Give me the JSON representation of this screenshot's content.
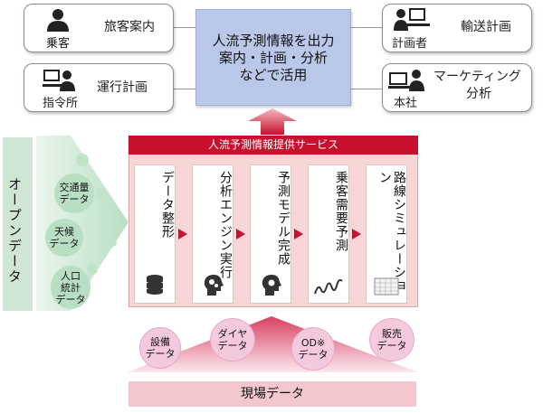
{
  "users": {
    "passenger": {
      "title": "旅客案内",
      "caption": "乗客"
    },
    "dispatch": {
      "title": "運行計画",
      "caption": "指令所"
    },
    "planner": {
      "title": "輸送計画",
      "caption": "計画者"
    },
    "headquarters": {
      "title_line1": "マーケティング",
      "title_line2": "分析",
      "caption": "本社"
    }
  },
  "center": {
    "line1": "人流予測情報を出力",
    "line2": "案内・計画・分析",
    "line3": "などで活用"
  },
  "service": {
    "header": "人流予測情報提供サービス",
    "steps": [
      {
        "label": "データ整形",
        "icon": "database-icon"
      },
      {
        "label": "分析エンジン実行",
        "icon": "head-gears-icon"
      },
      {
        "label": "予測モデル完成",
        "icon": "head-gear-icon"
      },
      {
        "label": "乗客需要予測",
        "icon": "wave-chart-icon"
      },
      {
        "label": "路線シミュレーション",
        "icon": "grid-map-icon"
      }
    ]
  },
  "open_data": {
    "title": "オープンデータ",
    "items": [
      {
        "line1": "交通量",
        "line2": "データ"
      },
      {
        "line1": "天候",
        "line2": "データ"
      },
      {
        "line1": "人口",
        "line2": "統計",
        "line3": "データ"
      }
    ]
  },
  "field_data": {
    "title": "現場データ",
    "items": [
      {
        "line1": "設備",
        "line2": "データ"
      },
      {
        "line1": "ダイヤ",
        "line2": "データ"
      },
      {
        "line1": "OD※",
        "line2": "データ"
      },
      {
        "line1": "販売",
        "line2": "データ"
      }
    ]
  },
  "colors": {
    "accent_red": "#c8102e",
    "center_blue": "#b9c7e8",
    "open_green": "#b9dfc2",
    "field_pink": "#f4c9de"
  }
}
